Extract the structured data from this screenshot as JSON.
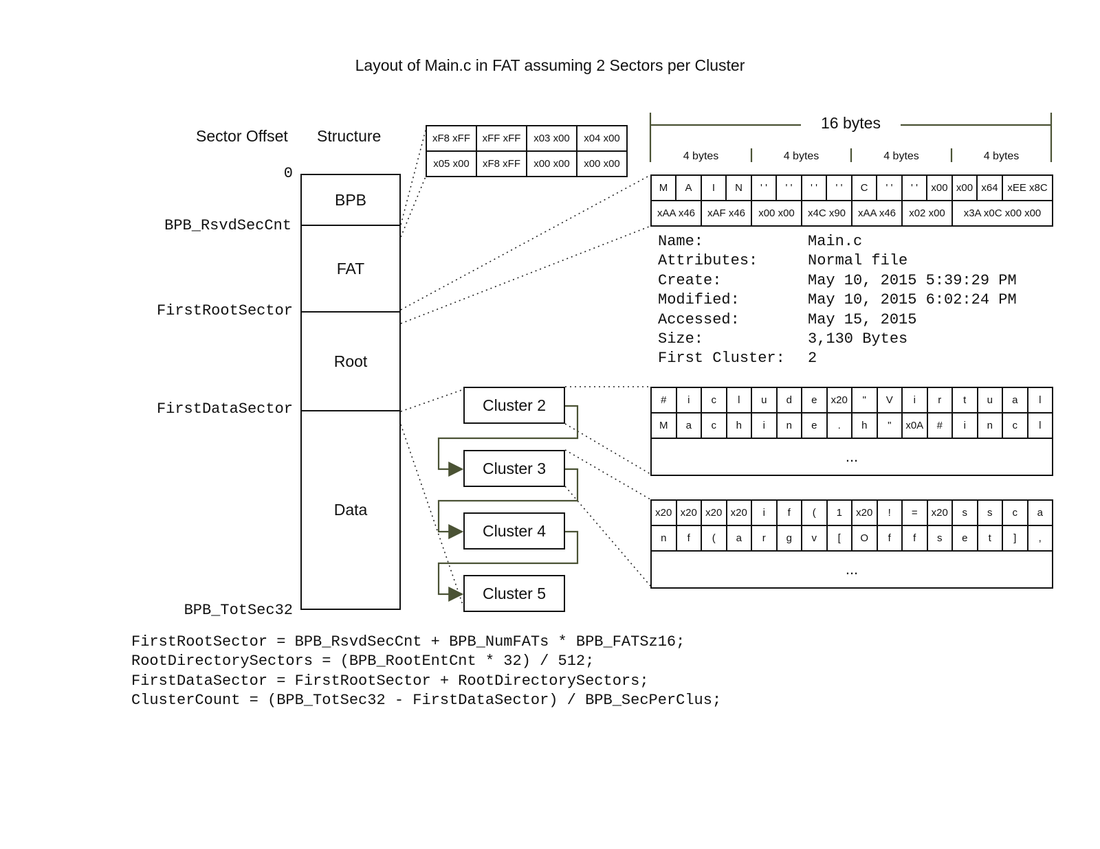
{
  "title": "Layout of Main.c in FAT assuming 2 Sectors per Cluster",
  "headers": {
    "sector_offset": "Sector Offset",
    "structure": "Structure"
  },
  "sector_labels": [
    "0",
    "BPB_RsvdSecCnt",
    "FirstRootSector",
    "FirstDataSector",
    "BPB_TotSec32"
  ],
  "structures": [
    "BPB",
    "FAT",
    "Root",
    "Data"
  ],
  "fat_table": [
    [
      "xF8 xFF",
      "xFF xFF",
      "x03 x00",
      "x04 x00"
    ],
    [
      "x05 x00",
      "xF8 xFF",
      "x00 x00",
      "x00 x00"
    ]
  ],
  "ruler": {
    "total": "16 bytes",
    "groups": [
      "4 bytes",
      "4 bytes",
      "4 bytes",
      "4 bytes"
    ]
  },
  "dir_entry": {
    "row1": [
      "M",
      "A",
      "I",
      "N",
      "' '",
      "' '",
      "' '",
      "' '",
      "C",
      "' '",
      "' '",
      "x00",
      "x00",
      "x64",
      "xEE x8C"
    ],
    "row2": [
      "xAA x46",
      "xAF x46",
      "x00 x00",
      "x4C x90",
      "xAA x46",
      "x02 x00",
      "x3A x0C x00 x00"
    ]
  },
  "file_info": [
    {
      "key": "Name:",
      "value": "Main.c"
    },
    {
      "key": "Attributes:",
      "value": "Normal file"
    },
    {
      "key": "Create:",
      "value": "May 10, 2015 5:39:29 PM"
    },
    {
      "key": "Modified:",
      "value": "May 10, 2015 6:02:24 PM"
    },
    {
      "key": "Accessed:",
      "value": "May 15, 2015"
    },
    {
      "key": "Size:",
      "value": "3,130 Bytes"
    },
    {
      "key": "First Cluster:",
      "value": "2"
    }
  ],
  "clusters": [
    "Cluster 2",
    "Cluster 3",
    "Cluster 4",
    "Cluster 5"
  ],
  "cluster2_data": {
    "row1": [
      "#",
      "i",
      "c",
      "l",
      "u",
      "d",
      "e",
      "x20",
      "\"",
      "V",
      "i",
      "r",
      "t",
      "u",
      "a",
      "l"
    ],
    "row2": [
      "M",
      "a",
      "c",
      "h",
      "i",
      "n",
      "e",
      ".",
      "h",
      "\"",
      "x0A",
      "#",
      "i",
      "n",
      "c",
      "l"
    ],
    "ellipsis": "..."
  },
  "cluster3_data": {
    "row1": [
      "x20",
      "x20",
      "x20",
      "x20",
      "i",
      "f",
      "(",
      "1",
      "x20",
      "!",
      "=",
      "x20",
      "s",
      "s",
      "c",
      "a"
    ],
    "row2": [
      "n",
      "f",
      "(",
      "a",
      "r",
      "g",
      "v",
      "[",
      "O",
      "f",
      "f",
      "s",
      "e",
      "t",
      "]",
      ","
    ],
    "ellipsis": "..."
  },
  "formulas": [
    "FirstRootSector = BPB_RsvdSecCnt + BPB_NumFATs * BPB_FATSz16;",
    "RootDirectorySectors = (BPB_RootEntCnt * 32) / 512;",
    "FirstDataSector = FirstRootSector + RootDirectorySectors;",
    "ClusterCount = (BPB_TotSec32 - FirstDataSector) / BPB_SecPerClus;"
  ],
  "colors": {
    "line": "#111111",
    "chain_arrow": "#4a5234"
  }
}
